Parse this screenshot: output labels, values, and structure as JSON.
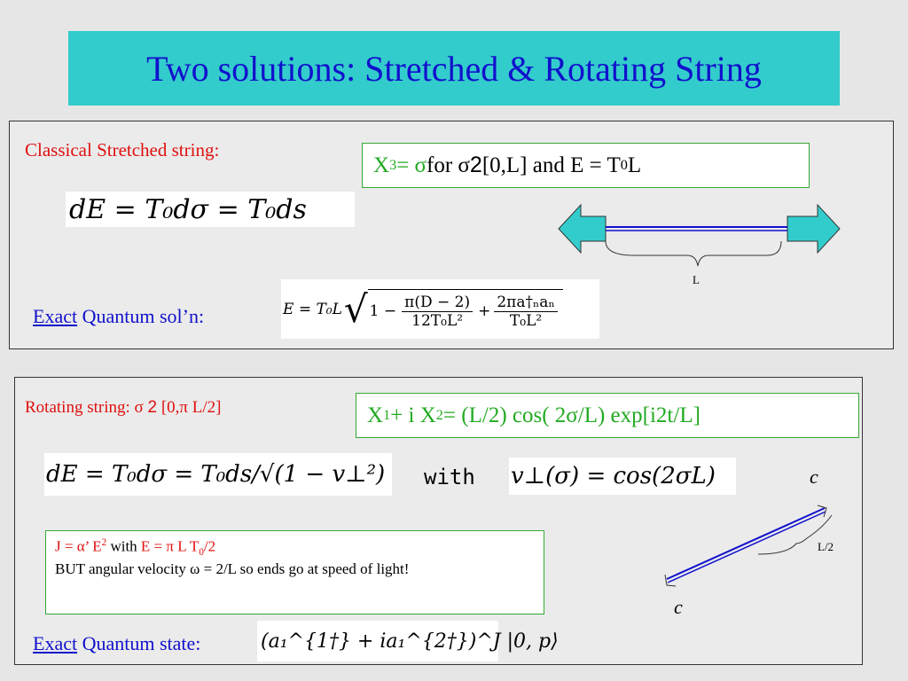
{
  "title": "Two solutions: Stretched & Rotating String",
  "panel1": {
    "heading": "Classical Stretched string:",
    "eq_box": {
      "lhs_x": "X",
      "lhs_sup": "3",
      "lhs_eq_sigma": " = σ",
      "for_text": " for σ ",
      "in_symbol": "2",
      "range": " [0,L]  and E = T",
      "t_sub": "0",
      "tail": " L"
    },
    "formula1": "dE = T₀dσ = T₀ds",
    "arrow_label": "L",
    "exact_word": "Exact",
    "quantum_label": " Quantum sol’n:",
    "energy_formula": {
      "lhs": "E = T₀L",
      "one_minus": "1 −",
      "frac1_num": "π(D − 2)",
      "frac1_den": "12T₀L²",
      "plus": "+",
      "frac2_num": "2πa†ₙaₙ",
      "frac2_den": "T₀L²"
    }
  },
  "panel2": {
    "heading": "Rotating string: ",
    "heading_sigma": "σ ",
    "heading_in": "2",
    "heading_range": " [0,π L/2]",
    "eq_box": {
      "x": "X",
      "sup1": "1",
      "mid": " + i X",
      "sup2": "2",
      "rest": " = (L/2)  cos( 2σ/L) exp[i2t/L]"
    },
    "formula": "dE = T₀dσ = T₀ds/√(1 − v⊥²)",
    "with_word": "with",
    "velocity": "v⊥(σ) = cos(2σL)",
    "c_top": "c",
    "c_bottom": "c",
    "half_label": "L/2",
    "note": {
      "j_part": "J = α’ E",
      "j_sup": "2",
      "with_word": "  with ",
      "e_part": "E = π L T",
      "e_sub": "0",
      "e_tail": "/2",
      "line2": "BUT angular velocity ω = 2/L so ends  go at speed of light!"
    },
    "exact_word": "Exact",
    "state_label": " Quantum state:",
    "state_formula": "(a₁^{1†} + ia₁^{2†})^J |0, p⟩"
  }
}
